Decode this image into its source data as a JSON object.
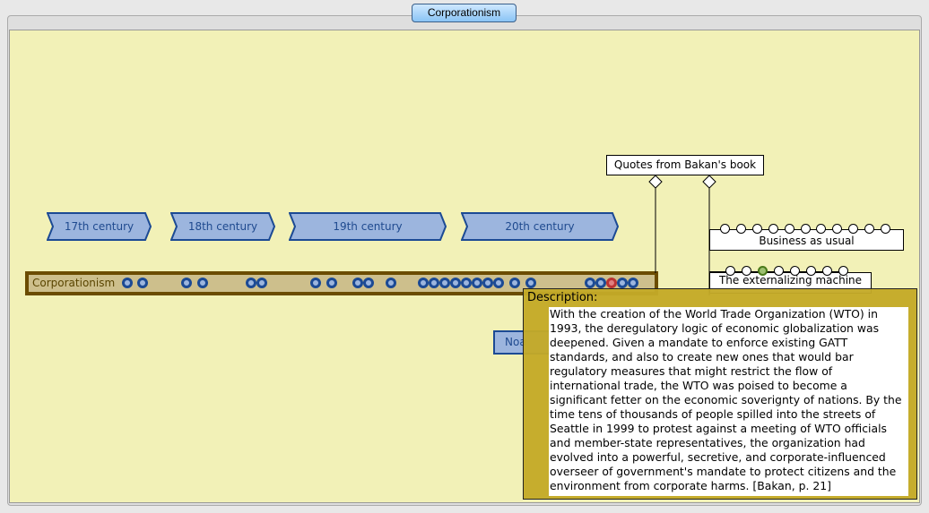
{
  "tab": {
    "title": "Corporationism"
  },
  "centuries": [
    "17th century",
    "18th century",
    "19th century",
    "20th century"
  ],
  "track": {
    "label": "Corporationism",
    "highlight_color": "#b33333"
  },
  "group": {
    "title": "Quotes from Bakan's book",
    "children": [
      "Business as usual",
      "The externalizing machine"
    ]
  },
  "partial_label": "Noa",
  "tooltip": {
    "label": "Description:",
    "lines": [
      "With the creation of the World Trade Organization (WTO) in",
      "1993, the deregulatory logic of economic globalization was",
      "deepened. Given a mandate to enforce existing GATT",
      "standards, and also to create new ones that would bar",
      "regulatory measures that might restrict the flow of",
      "international trade, the WTO was poised to become a",
      "significant fetter on the economic soverignty of nations. By the",
      "time tens of thousands of people spilled into the streets of",
      "Seattle in 1999 to protest against a meeting of WTO officials",
      "and member-state representatives, the organization had",
      "evolved into a powerful, secretive, and corporate-influenced",
      "overseer of government's mandate to protect citizens and the",
      "environment from corporate harms. [Bakan, p. 21]"
    ]
  }
}
